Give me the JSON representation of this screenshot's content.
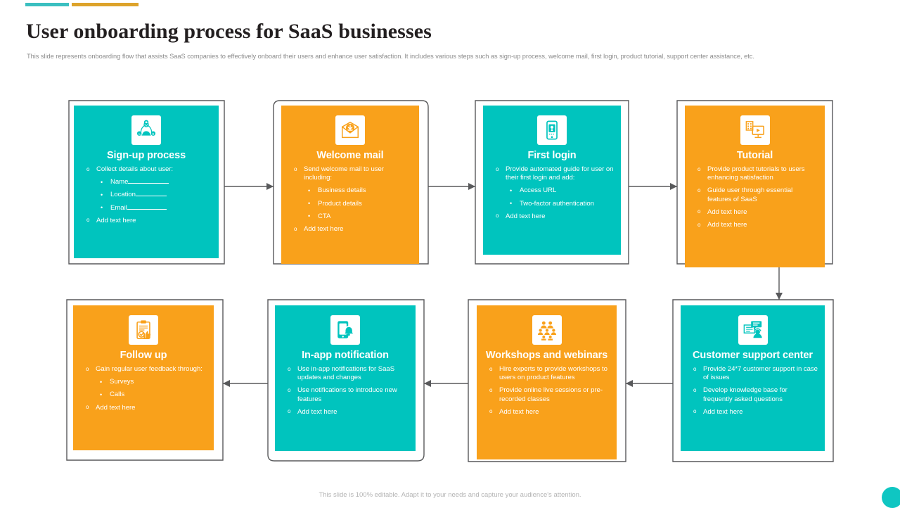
{
  "header": {
    "title": "User onboarding process for SaaS businesses",
    "subtitle": "This slide represents onboarding flow that assists SaaS companies to effectively onboard their users and enhance user satisfaction. It includes various steps such as sign-up process, welcome mail, first login, product tutorial, support center assistance, etc.",
    "accent_teal": "#3BBFC0",
    "accent_gold": "#DDA32B"
  },
  "footer": {
    "note": "This slide is 100% editable. Adapt it to your needs and capture your audience's attention.",
    "circle_color": "#0FC6C2"
  },
  "theme": {
    "teal": "#00C4BE",
    "orange": "#F9A11B",
    "connector": "#58595B",
    "frame": "#58595B"
  },
  "steps": [
    {
      "id": "sign-up-process",
      "title": "Sign-up process",
      "color": "teal",
      "icon": "user-network-icon",
      "bullets": [
        {
          "level": 1,
          "text": "Collect details about user:"
        },
        {
          "level": 2,
          "text": "Name",
          "blank": 58
        },
        {
          "level": 2,
          "text": "Location",
          "blank": 44
        },
        {
          "level": 2,
          "text": "Email",
          "blank": 56
        },
        {
          "level": 1,
          "text": "Add text here"
        }
      ]
    },
    {
      "id": "welcome-mail",
      "title": "Welcome mail",
      "color": "orange",
      "icon": "envelope-download-icon",
      "bullets": [
        {
          "level": 1,
          "text": "Send welcome mail to user including:"
        },
        {
          "level": 2,
          "text": "Business details"
        },
        {
          "level": 2,
          "text": "Product details"
        },
        {
          "level": 2,
          "text": "CTA"
        },
        {
          "level": 1,
          "text": "Add text here"
        }
      ]
    },
    {
      "id": "first-login",
      "title": "First login",
      "color": "teal",
      "icon": "mobile-login-icon",
      "bullets": [
        {
          "level": 1,
          "text": "Provide automated guide for user on their first login and add:"
        },
        {
          "level": 2,
          "text": "Access URL"
        },
        {
          "level": 2,
          "text": "Two-factor authentication"
        },
        {
          "level": 1,
          "text": "Add text here"
        }
      ]
    },
    {
      "id": "tutorial",
      "title": "Tutorial",
      "color": "orange",
      "icon": "presentation-video-icon",
      "bullets": [
        {
          "level": 1,
          "text": "Provide product tutorials to users enhancing satisfaction"
        },
        {
          "level": 1,
          "text": "Guide user through essential features of SaaS"
        },
        {
          "level": 1,
          "text": "Add text here"
        },
        {
          "level": 1,
          "text": "Add text here"
        }
      ]
    },
    {
      "id": "customer-support-center",
      "title": "Customer support center",
      "color": "teal",
      "icon": "support-agent-icon",
      "bullets": [
        {
          "level": 1,
          "text": "Provide 24*7 customer support in case of issues"
        },
        {
          "level": 1,
          "text": "Develop knowledge base for frequently asked questions"
        },
        {
          "level": 1,
          "text": "Add text here"
        }
      ]
    },
    {
      "id": "workshops-and-webinars",
      "title": "Workshops and webinars",
      "color": "orange",
      "icon": "audience-group-icon",
      "bullets": [
        {
          "level": 1,
          "text": "Hire experts to provide workshops to users on product features"
        },
        {
          "level": 1,
          "text": "Provide online live sessions or pre-recorded classes"
        },
        {
          "level": 1,
          "text": "Add text here"
        }
      ]
    },
    {
      "id": "in-app-notification",
      "title": "In-app notification",
      "color": "teal",
      "icon": "mobile-bell-icon",
      "bullets": [
        {
          "level": 1,
          "text": "Use in-app notifications for SaaS updates and changes"
        },
        {
          "level": 1,
          "text": "Use notifications to introduce new features"
        },
        {
          "level": 1,
          "text": "Add text here"
        }
      ]
    },
    {
      "id": "follow-up",
      "title": "Follow up",
      "color": "orange",
      "icon": "clipboard-check-icon",
      "bullets": [
        {
          "level": 1,
          "text": "Gain regular user feedback through:"
        },
        {
          "level": 2,
          "text": "Surveys"
        },
        {
          "level": 2,
          "text": "Calls"
        },
        {
          "level": 1,
          "text": "Add text here"
        }
      ]
    }
  ]
}
